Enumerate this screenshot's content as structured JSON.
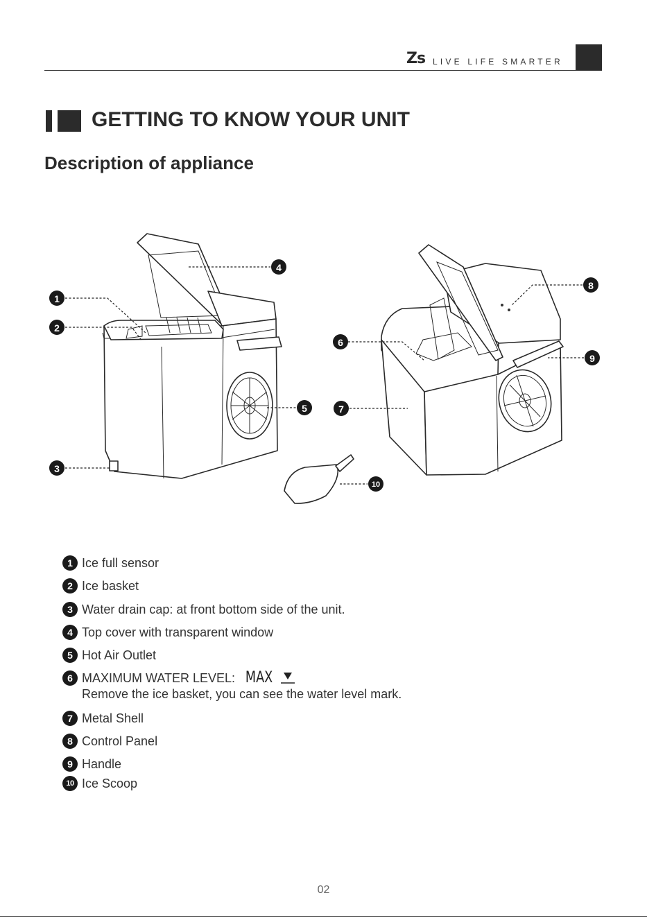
{
  "header": {
    "logo": "Zs",
    "tagline": "LIVE LIFE SMARTER"
  },
  "section": {
    "title": "GETTING TO KNOW YOUR UNIT",
    "subtitle": "Description of appliance"
  },
  "callouts": [
    "1",
    "2",
    "3",
    "4",
    "5",
    "6",
    "7",
    "8",
    "9",
    "10"
  ],
  "legend": [
    {
      "n": "1",
      "text": "Ice full sensor"
    },
    {
      "n": "2",
      "text": "Ice basket"
    },
    {
      "n": "3",
      "text": "Water drain cap: at front bottom side of the unit."
    },
    {
      "n": "4",
      "text": "Top cover with transparent window"
    },
    {
      "n": "5",
      "text": "Hot Air Outlet"
    },
    {
      "n": "6",
      "text": "MAXIMUM WATER LEVEL:",
      "mark": "MAX",
      "note": "Remove the ice basket, you can see the water level mark."
    },
    {
      "n": "7",
      "text": "Metal Shell"
    },
    {
      "n": "8",
      "text": "Control Panel"
    },
    {
      "n": "9",
      "text": "Handle"
    },
    {
      "n": "10",
      "text": "Ice Scoop"
    }
  ],
  "page_number": "02"
}
